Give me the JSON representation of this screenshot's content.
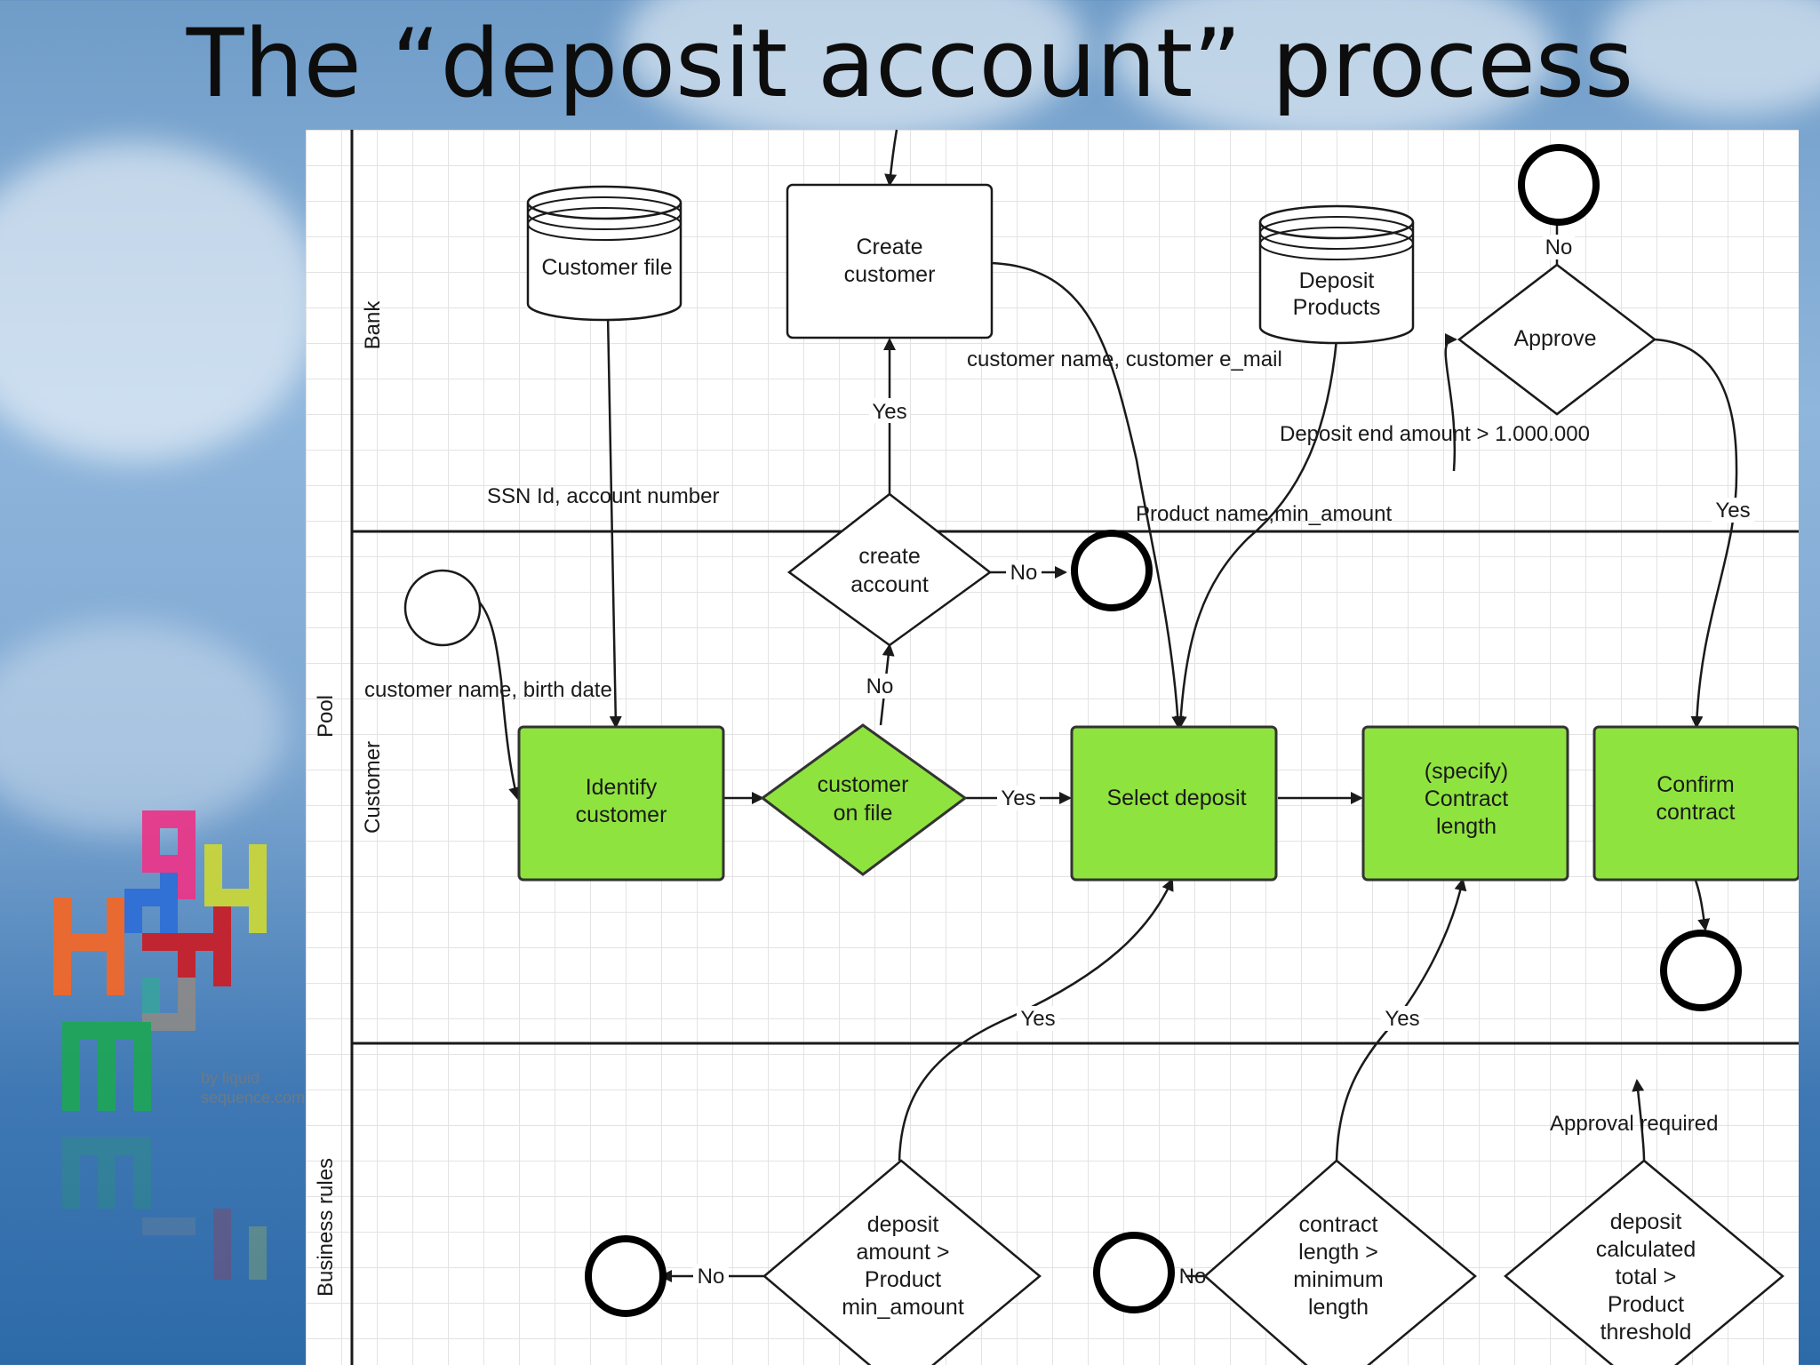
{
  "title": "The “deposit account” process",
  "logo": {
    "caption": "by liquid sequence.com"
  },
  "lanes": {
    "pool": "Pool",
    "bank": "Bank",
    "customer": "Customer",
    "rules": "Business rules"
  },
  "nodes": {
    "customer_file": "Customer file",
    "create_customer": [
      "Create",
      "customer"
    ],
    "deposit_products": [
      "Deposit",
      "Products"
    ],
    "approve": "Approve",
    "create_account": [
      "create",
      "account"
    ],
    "identify_customer": [
      "Identify",
      "customer"
    ],
    "customer_on_file": [
      "customer",
      "on file"
    ],
    "select_deposit": "Select deposit",
    "contract_length": [
      "(specify)",
      "Contract",
      "length"
    ],
    "confirm_contract": [
      "Confirm",
      "contract"
    ],
    "rule_min_amount": [
      "deposit",
      "amount >",
      "Product",
      "min_amount"
    ],
    "rule_min_length": [
      "contract",
      "length >",
      "minimum",
      "length"
    ],
    "rule_threshold": [
      "deposit",
      "calculated",
      "total >",
      "Product",
      "threshold"
    ]
  },
  "labels": {
    "ssn": "SSN Id, account number",
    "cust_name_email": "customer name, customer e_mail",
    "deposit_end": "Deposit end amount > 1.000.000",
    "product_name": "Product name,min_amount",
    "cust_name_birth": "customer name, birth date",
    "yes_create": "Yes",
    "no_create": "No",
    "no_onfile": "No",
    "yes_onfile": "Yes",
    "no_approve": "No",
    "yes_approve": "Yes",
    "yes_rule1": "Yes",
    "yes_rule2": "Yes",
    "no_rule1": "No",
    "no_rule2": "No",
    "approval_required": "Approval required"
  },
  "colors": {
    "activity_fill": "#8fe33f",
    "activity_stroke": "#333333",
    "grid": "#e3e3e3"
  }
}
